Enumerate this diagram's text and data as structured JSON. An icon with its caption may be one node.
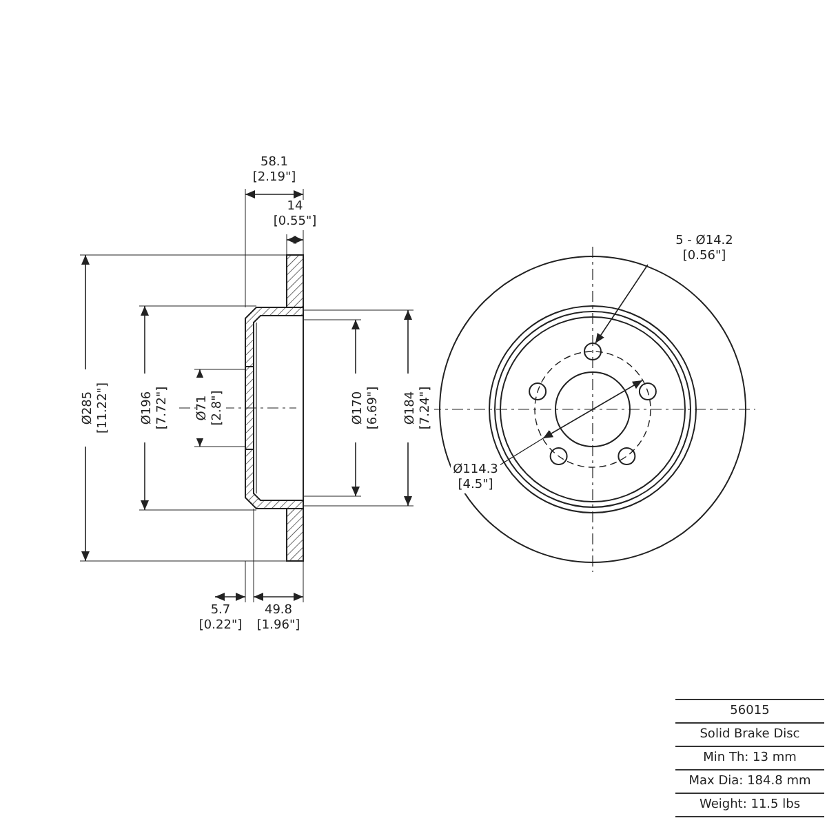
{
  "diagram": {
    "nodes": [
      {
        "text": [
          "5 - Ø14.2 [0.56\"]"
        ]
      },
      {
        "text": [],
        "shape": "circle"
      }
    ],
    "edges": [
      {
        "from": 0,
        "to": 1,
        "arrow": "to"
      }
    ],
    "labels": [
      "58.1 [2.19\"]",
      "14 [0.55\"]",
      "Ø285 [11.22\"]",
      "Ø196 [7.72\"]",
      "Ø71 [2.8\"]",
      "Ø170 [6.69\"]",
      "Ø184 [7.24\"]",
      "5.7 [0.22\"]",
      "49.8 [1.96\"]",
      "Ø114.3 [4.5\"]",
      "56015",
      "Solid Brake Disc",
      "Min Th: 13 mm",
      "Max Dia: 184.8 mm",
      "Weight: 11.5 lbs"
    ]
  }
}
